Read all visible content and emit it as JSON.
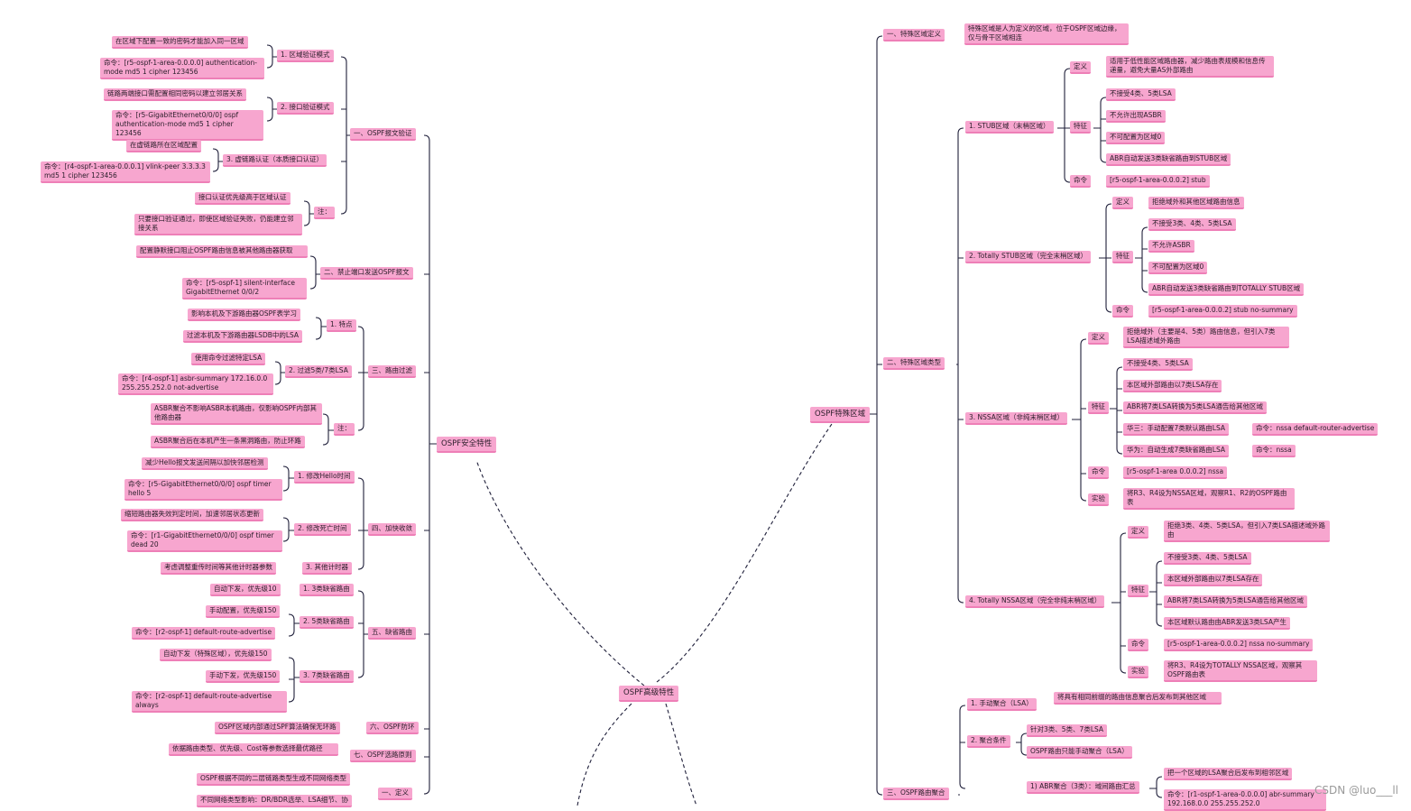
{
  "root": "OSPF高级特性",
  "left": {
    "title": "OSPF安全特性",
    "branches": [
      {
        "label": "一、OSPF报文验证",
        "children": [
          {
            "label": "1. 区域验证模式",
            "leaves": [
              "在区域下配置一致的密码才能加入同一区域",
              "命令：[r5-ospf-1-area-0.0.0.0] authentication-mode md5 1 cipher 123456"
            ]
          },
          {
            "label": "2. 接口验证模式",
            "leaves": [
              "链路两端接口需配置相同密码以建立邻居关系",
              "命令：[r5-GigabitEthernet0/0/0] ospf authentication-mode md5 1 cipher 123456"
            ]
          },
          {
            "label": "3. 虚链路认证（本质接口认证）",
            "leaves": [
              "在虚链路所在区域配置",
              "命令：[r4-ospf-1-area-0.0.0.1] vlink-peer 3.3.3.3 md5 1 cipher 123456"
            ]
          },
          {
            "label": "注：",
            "leaves": [
              "接口认证优先级高于区域认证",
              "只要接口验证通过，即使区域验证失败，仍能建立邻接关系"
            ]
          }
        ]
      },
      {
        "label": "二、禁止端口发送OSPF报文",
        "leaves": [
          "配置静默接口阻止OSPF路由信息被其他路由器获取",
          "命令：[r5-ospf-1] silent-interface GigabitEthernet 0/0/2"
        ]
      },
      {
        "label": "三、路由过滤",
        "children": [
          {
            "label": "1. 特点",
            "leaves": [
              "影响本机及下游路由器OSPF表学习",
              "过滤本机及下游路由器LSDB中的LSA"
            ]
          },
          {
            "label": "2. 过滤5类/7类LSA",
            "leaves": [
              "使用命令过滤特定LSA",
              "命令：[r4-ospf-1] asbr-summary 172.16.0.0 255.255.252.0 not-advertise"
            ]
          },
          {
            "label": "注：",
            "leaves": [
              "ASBR聚合不影响ASBR本机路由，仅影响OSPF内部其他路由器",
              "ASBR聚合后在本机产生一条黑洞路由，防止环路"
            ]
          }
        ]
      },
      {
        "label": "四、加快收敛",
        "children": [
          {
            "label": "1. 修改Hello时间",
            "leaves": [
              "减少Hello报文发送间隔以加快邻居检测",
              "命令：[r5-GigabitEthernet0/0/0] ospf timer hello 5"
            ]
          },
          {
            "label": "2. 修改死亡时间",
            "leaves": [
              "缩短路由器失效判定时间，加速邻居状态更新",
              "命令：[r1-GigabitEthernet0/0/0] ospf timer dead 20"
            ]
          },
          {
            "label": "3. 其他计时器",
            "leaves": [
              "考虑调整重传时间等其他计时器参数"
            ]
          }
        ]
      },
      {
        "label": "五、缺省路由",
        "children": [
          {
            "label": "1. 3类缺省路由",
            "leaves": [
              "自动下发，优先级10"
            ]
          },
          {
            "label": "2. 5类缺省路由",
            "leaves": [
              "手动配置，优先级150",
              "命令：[r2-ospf-1] default-route-advertise"
            ]
          },
          {
            "label": "3. 7类缺省路由",
            "leaves": [
              "自动下发（特殊区域），优先级150",
              "手动下发，优先级150",
              "命令：[r2-ospf-1] default-route-advertise always"
            ]
          }
        ]
      },
      {
        "label": "六、OSPF防环",
        "leaves": [
          "OSPF区域内部通过SPF算法确保无环路"
        ]
      },
      {
        "label": "七、OSPF选路原则",
        "leaves": [
          "依据路由类型、优先级、Cost等参数选择最优路径"
        ]
      },
      {
        "label": "一、定义",
        "leaves": [
          "OSPF根据不同的二层链路类型生成不同网络类型",
          "不同网络类型影响：DR/BDR选举、LSA细节、协"
        ]
      }
    ]
  },
  "right": {
    "title": "OSPF特殊区域",
    "branches": [
      {
        "label": "一、特殊区域定义",
        "leaves": [
          "特殊区域是人为定义的区域，位于OSPF区域边缘，仅与骨干区域相连"
        ]
      },
      {
        "label": "二、特殊区域类型",
        "children": [
          {
            "label": "1. STUB区域（末梢区域）",
            "groups": [
              {
                "label": "定义",
                "items": [
                  "适用于低性能区域路由器，减少路由表规模和信息传递量，避免大量AS外部路由"
                ]
              },
              {
                "label": "特征",
                "items": [
                  "不接受4类、5类LSA",
                  "不允许出现ASBR",
                  "不可配置为区域0",
                  "ABR自动发送3类缺省路由到STUB区域"
                ]
              },
              {
                "label": "命令",
                "items": [
                  "[r5-ospf-1-area-0.0.0.2] stub"
                ]
              }
            ]
          },
          {
            "label": "2. Totally STUB区域（完全末梢区域）",
            "groups": [
              {
                "label": "定义",
                "items": [
                  "拒绝域外和其他区域路由信息"
                ]
              },
              {
                "label": "特征",
                "items": [
                  "不接受3类、4类、5类LSA",
                  "不允许ASBR",
                  "不可配置为区域0",
                  "ABR自动发送3类缺省路由到TOTALLY STUB区域"
                ]
              },
              {
                "label": "命令",
                "items": [
                  "[r5-ospf-1-area-0.0.0.2] stub no-summary"
                ]
              }
            ]
          },
          {
            "label": "3. NSSA区域（非纯末梢区域）",
            "groups": [
              {
                "label": "定义",
                "items": [
                  "拒绝域外（主要是4、5类）路由信息，但引入7类LSA描述域外路由"
                ]
              },
              {
                "label": "特征",
                "items": [
                  "不接受4类、5类LSA",
                  "本区域外部路由以7类LSA存在",
                  "ABR将7类LSA转换为5类LSA通告给其他区域",
                  "华三：手动配置7类默认路由LSA",
                  "华为：自动生成7类缺省路由LSA"
                ],
                "cmds": [
                  "命令：nssa default-router-advertise",
                  "命令：nssa"
                ]
              },
              {
                "label": "命令",
                "items": [
                  "[r5-ospf-1-area 0.0.0.2] nssa"
                ]
              },
              {
                "label": "实验",
                "items": [
                  "将R3、R4设为NSSA区域，观察R1、R2的OSPF路由表"
                ]
              }
            ]
          },
          {
            "label": "4. Totally NSSA区域（完全非纯末梢区域）",
            "groups": [
              {
                "label": "定义",
                "items": [
                  "拒绝3类、4类、5类LSA，但引入7类LSA描述域外路由"
                ]
              },
              {
                "label": "特征",
                "items": [
                  "不接受3类、4类、5类LSA",
                  "本区域外部路由以7类LSA存在",
                  "ABR将7类LSA转换为5类LSA通告给其他区域",
                  "本区域默认路由由ABR发送3类LSA产生"
                ]
              },
              {
                "label": "命令",
                "items": [
                  "[r5-ospf-1-area-0.0.0.2] nssa no-summary"
                ]
              },
              {
                "label": "实验",
                "items": [
                  "将R3、R4设为TOTALLY NSSA区域，观察其OSPF路由表"
                ]
              }
            ]
          }
        ]
      },
      {
        "label": "三、OSPF路由聚合",
        "children": [
          {
            "label": "1. 手动聚合（LSA）",
            "leaves": [
              "将具有相同前缀的路由信息聚合后发布到其他区域"
            ]
          },
          {
            "label": "2. 聚合条件",
            "leaves": [
              "针对3类、5类、7类LSA",
              "OSPF路由只能手动聚合（LSA）"
            ]
          },
          {
            "label": "1) ABR聚合（3类）：域间路由汇总",
            "leaves": [
              "把一个区域的LSA聚合后发布到相邻区域",
              "命令：[r1-ospf-1-area-0.0.0.0] abr-summary 192.168.0.0 255.255.252.0"
            ]
          }
        ]
      }
    ]
  },
  "watermark": "CSDN @luo___ll"
}
